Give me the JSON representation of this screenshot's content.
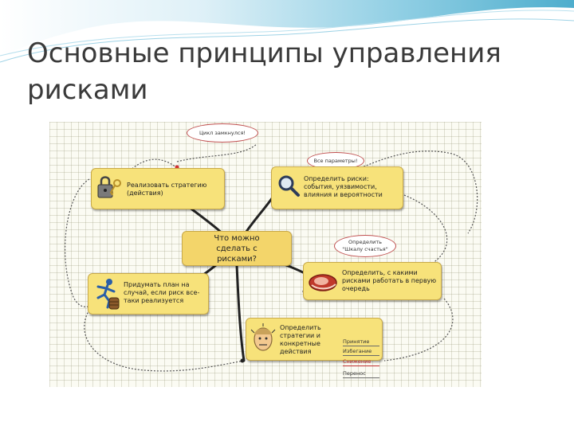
{
  "slide": {
    "title": "Основные принципы управления рисками"
  },
  "diagram": {
    "center": "Что можно сделать с рисками?",
    "nodes": {
      "implement": "Реализовать стратегию (действия)",
      "identify": "Определить риски: события, уязвимости, влияния и вероятности",
      "prioritize": "Определить, с какими рисками работать в первую очередь",
      "plan": "Придумать план на случай, если риск все-таки реализуется",
      "strategy": "Определить стратегии и конкретные действия"
    },
    "bubbles": {
      "cycle": "Цикл замкнулся!",
      "parameters": "Все параметры!",
      "scale": "Определить \"Шкалу счастья\""
    },
    "strategy_options": [
      "Принятие",
      "Избегание",
      "Снижение",
      "Перенос"
    ],
    "icons": [
      "lock-key-icon",
      "magnifier-icon",
      "meat-icon",
      "runner-barrel-icon",
      "thinking-head-icon"
    ],
    "colors": {
      "node_fill": "#f7e27a",
      "node_border": "#c8a94a",
      "grid_background": "#fbfbf3",
      "wave_accent": "#3aa7c9"
    }
  }
}
